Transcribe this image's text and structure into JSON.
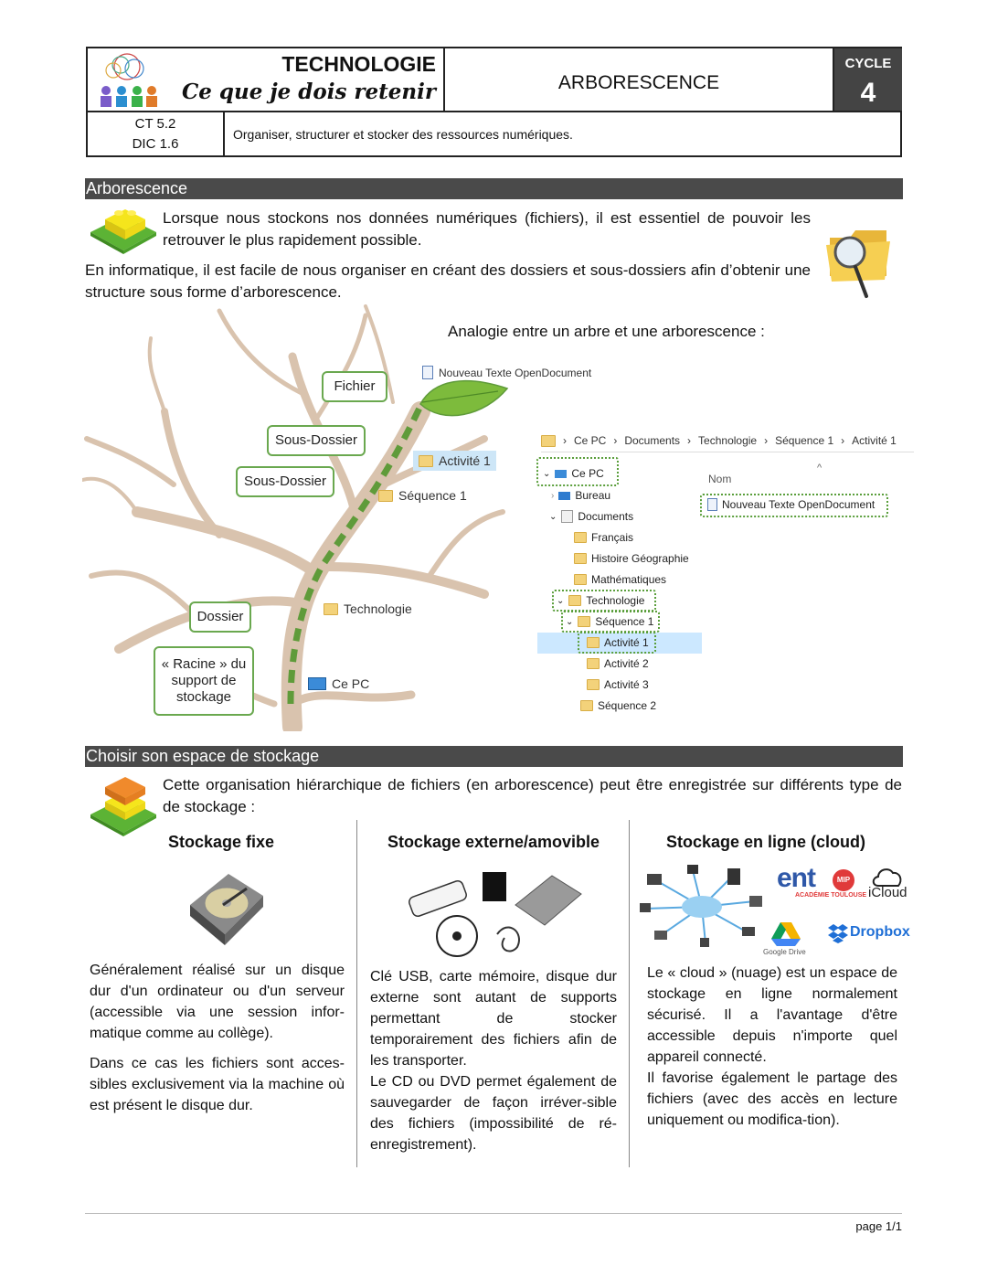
{
  "header": {
    "subject": "TECHNOLOGIE",
    "subtitle": "Ce que je dois retenir",
    "topic": "ARBORESCENCE",
    "cycle_label": "CYCLE",
    "cycle_num": "4",
    "codes": [
      "CT 5.2",
      "DIC 1.6"
    ],
    "objective": "Organiser, structurer et stocker des ressources numériques."
  },
  "section1": {
    "title": "Arborescence",
    "p1": "Lorsque nous stockons nos données numériques (fichiers), il est essentiel de pouvoir les retrouver le plus rapidement possible.",
    "p2": "En informatique, il est facile de nous organiser en créant des dossiers et sous-dossiers afin d’obtenir une structure sous forme d’arborescence.",
    "analogy": "Analogie entre un arbre et une arborescence :"
  },
  "tree": {
    "callouts": [
      "Fichier",
      "Sous-Dossier",
      "Sous-Dossier",
      "Dossier",
      "« Racine » du support de stockage"
    ],
    "labels": [
      "Nouveau Texte OpenDocument",
      "Activité 1",
      "Séquence 1",
      "Technologie",
      "Ce PC"
    ]
  },
  "explorer": {
    "breadcrumb": [
      "Ce PC",
      "Documents",
      "Technologie",
      "Séquence 1",
      "Activité 1"
    ],
    "column_header": "Nom",
    "file": "Nouveau Texte OpenDocument",
    "nav": [
      "Ce PC",
      "Bureau",
      "Documents",
      "Français",
      "Histoire Géographie",
      "Mathématiques",
      "Technologie",
      "Séquence 1",
      "Activité 1",
      "Activité 2",
      "Activité 3",
      "Séquence 2"
    ]
  },
  "section2": {
    "title": "Choisir son espace de stockage",
    "intro": "Cette organisation hiérarchique de fichiers (en arborescence) peut être enregistrée sur différents type de de stockage :",
    "col1": {
      "title": "Stockage fixe",
      "p1": "Généralement réalisé sur un disque dur d'un ordinateur ou d'un serveur (accessible via une session infor-matique comme au collège).",
      "p2": "Dans ce cas les fichiers sont acces-sibles exclusivement via la machine où est présent le disque dur."
    },
    "col2": {
      "title": "Stockage externe/amovible",
      "p1": "Clé USB, carte mémoire, disque dur externe sont autant de supports permettant de stocker temporairement des fichiers afin de les transporter.",
      "p2": "Le CD ou DVD permet également de sauvegarder de façon irréver-sible des fichiers (impossibilité de ré-enregistrement)."
    },
    "col3": {
      "title": "Stockage en ligne (cloud)",
      "p1": "Le « cloud » (nuage) est un espace de stockage en ligne normalement sécurisé. Il a l'avantage d'être accessible depuis n'importe quel appareil connecté.",
      "p2": "Il favorise également le partage des fichiers (avec des accès en lecture uniquement ou modifica-tion).",
      "logos": {
        "ent": "ent",
        "ent_sub": "ACADÉMIE TOULOUSE",
        "mip": "MIP",
        "icloud": "iCloud",
        "gdrive": "Google Drive",
        "dropbox": "Dropbox"
      }
    }
  },
  "footer": {
    "page": "page 1/1"
  },
  "colors": {
    "section_bg": "#4a4a4a",
    "callout_border": "#6aa84f",
    "branch": "#d9c3ae"
  }
}
